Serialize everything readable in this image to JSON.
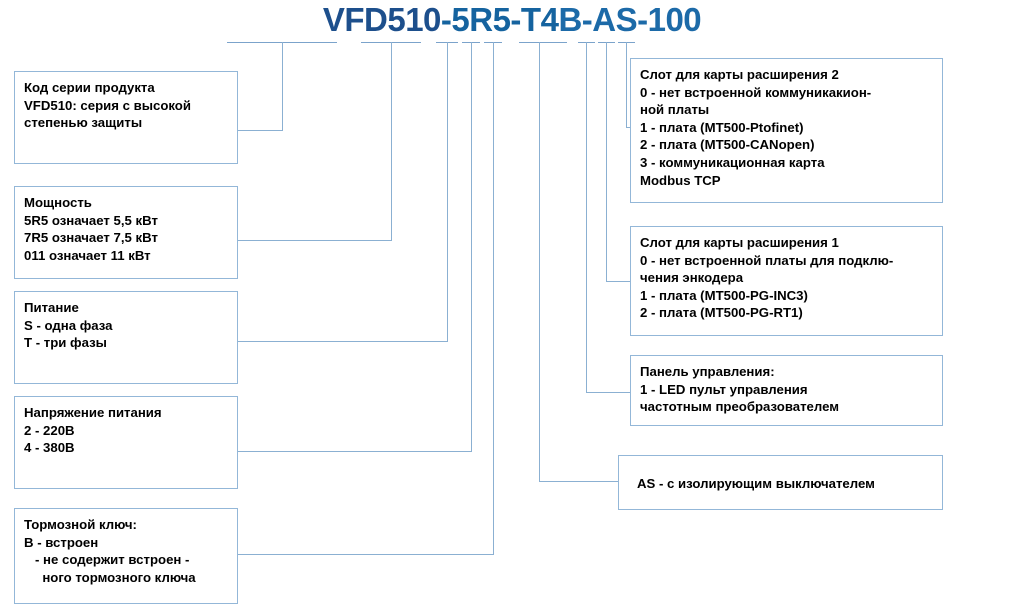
{
  "diagram": {
    "title_parts": [
      {
        "text": "VFD510",
        "tone": "dark"
      },
      {
        "text": "-5R5-T4",
        "tone": "mid"
      },
      {
        "text": "B-AS-100",
        "tone": "light"
      }
    ],
    "title_full": "VFD510-5R5-T4B-AS-100",
    "colors": {
      "title_dark": "#1d4f8c",
      "title_mid": "#15639f",
      "title_light": "#1c6aa8",
      "box_border": "#93b7d8",
      "connector": "#8bb0d2",
      "text": "#000000",
      "background": "#ffffff"
    }
  },
  "left_boxes": [
    {
      "id": "product-series-code",
      "text": "Код серии продукта\nVFD510: серия с высокой\nстепенью защиты"
    },
    {
      "id": "power-rating",
      "text": "Мощность\n5R5 означает 5,5 кВт\n7R5 означает 7,5 кВт\n011 означает 11 кВт"
    },
    {
      "id": "supply-phases",
      "text": "Питание\nS - одна фаза\nT - три фазы"
    },
    {
      "id": "supply-voltage",
      "text": "Напряжение питания\n2 - 220В\n4 - 380В"
    },
    {
      "id": "brake-chopper",
      "text": "Тормозной ключ:\nB - встроен\n   - не содержит встроен -\n     ного тормозного ключа"
    }
  ],
  "right_boxes": [
    {
      "id": "expansion-slot-2",
      "text": "Слот для карты расширения 2\n0 - нет встроенной коммуникакион-\nной платы\n1 - плата (MT500-Ptofinet)\n2 - плата (MT500-CANopen)\n3 - коммуникационная карта\nModbus TCP"
    },
    {
      "id": "expansion-slot-1",
      "text": "Слот для карты расширения 1\n0 - нет встроенной платы для подклю-\nчения энкодера\n1 - плата (MT500-PG-INC3)\n2 - плата (MT500-PG-RT1)"
    },
    {
      "id": "control-panel",
      "text": "Панель управления:\n1 - LED пульт управления\nчастотным преобразователем"
    },
    {
      "id": "isolator-switch",
      "text": "AS - с изолирующим выключателем"
    }
  ]
}
